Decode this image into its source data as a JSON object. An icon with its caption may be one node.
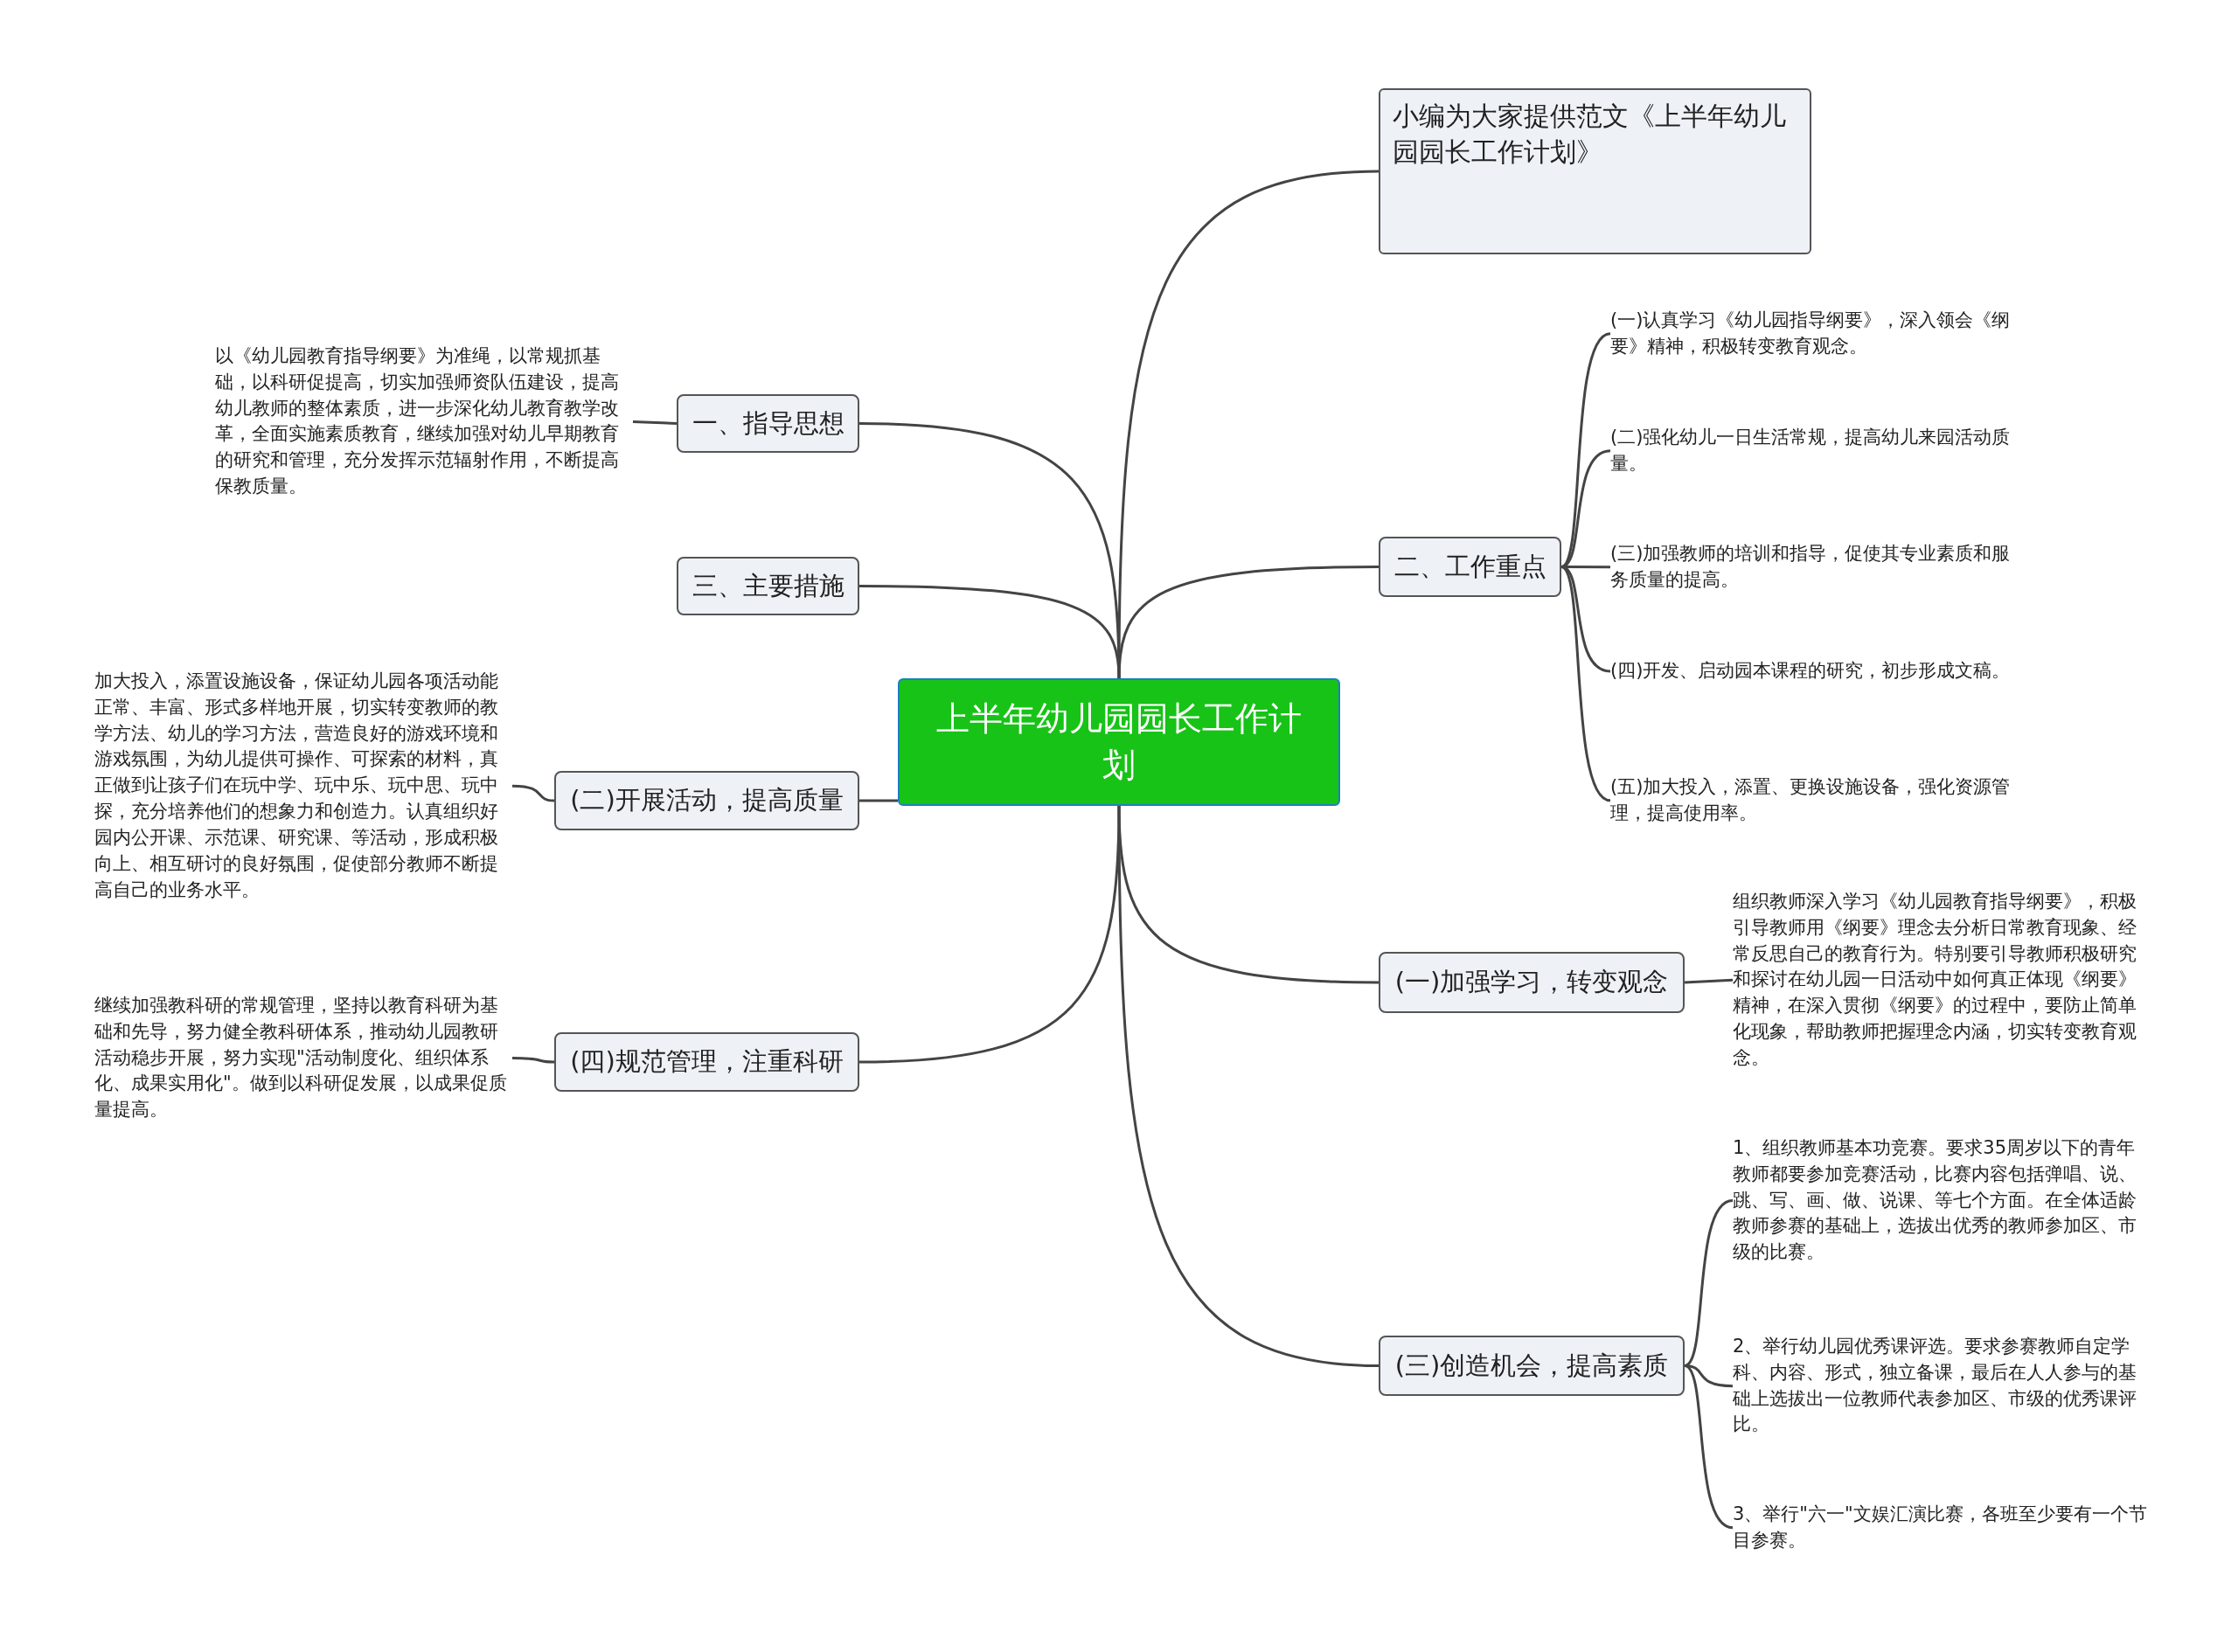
{
  "diagram": {
    "nodes": [
      {
        "text": [
          "上半年幼儿园园长工作计划"
        ]
      },
      {
        "text": [
          "小编为大家提供范文《上半年幼儿园园长工作计划》"
        ]
      },
      {
        "text": [
          "二、工作重点"
        ]
      },
      {
        "text": [
          "(一)认真学习《幼儿园指导纲要》，深入领会《纲要》精神，积极转变教育观念。"
        ]
      },
      {
        "text": [
          "(二)强化幼儿一日生活常规，提高幼儿来园活动质量。"
        ]
      },
      {
        "text": [
          "(三)加强教师的培训和指导，促使其专业素质和服务质量的提高。"
        ]
      },
      {
        "text": [
          "(四)开发、启动园本课程的研究，初步形成文稿。"
        ]
      },
      {
        "text": [
          "(五)加大投入，添置、更换设施设备，强化资源管理，提高使用率。"
        ]
      },
      {
        "text": [
          "(一)加强学习，转变观念"
        ]
      },
      {
        "text": [
          "组织教师深入学习《幼儿园教育指导纲要》，积极引导教师用《纲要》理念去分析日常教育现象、经常反思自己的教育行为。特别要引导教师积极研究和探讨在幼儿园一日活动中如何真正体现《纲要》精神，在深入贯彻《纲要》的过程中，要防止简单化现象，帮助教师把握理念内涵，切实转变教育观念。"
        ]
      },
      {
        "text": [
          "(三)创造机会，提高素质"
        ]
      },
      {
        "text": [
          "1、组织教师基本功竞赛。要求35周岁以下的青年教师都要参加竞赛活动，比赛内容包括弹唱、说、跳、写、画、做、说课、等七个方面。在全体适龄教师参赛的基础上，选拔出优秀的教师参加区、市级的比赛。"
        ]
      },
      {
        "text": [
          "2、举行幼儿园优秀课评选。要求参赛教师自定学科、内容、形式，独立备课，最后在人人参与的基础上选拔出一位教师代表参加区、市级的优秀课评比。"
        ]
      },
      {
        "text": [
          "3、举行\"六一\"文娱汇演比赛，各班至少要有一个节目参赛。"
        ]
      },
      {
        "text": [
          "一、指导思想"
        ]
      },
      {
        "text": [
          "以《幼儿园教育指导纲要》为准绳，以常规抓基础，以科研促提高，切实加强师资队伍建设，提高幼儿教师的整体素质，进一步深化幼儿教育教学改革，全面实施素质教育，继续加强对幼儿早期教育的研究和管理，充分发挥示范辐射作用，不断提高保教质量。"
        ]
      },
      {
        "text": [
          "三、主要措施"
        ]
      },
      {
        "text": [
          "(二)开展活动，提高质量"
        ]
      },
      {
        "text": [
          "加大投入，添置设施设备，保证幼儿园各项活动能正常、丰富、形式多样地开展，切实转变教师的教学方法、幼儿的学习方法，营造良好的游戏环境和游戏氛围，为幼儿提供可操作、可探索的材料，真正做到让孩子们在玩中学、玩中乐、玩中思、玩中探，充分培养他们的想象力和创造力。认真组织好园内公开课、示范课、研究课、等活动，形成积极向上、相互研讨的良好氛围，促使部分教师不断提高自己的业务水平。"
        ]
      },
      {
        "text": [
          "(四)规范管理，注重科研"
        ]
      },
      {
        "text": [
          "继续加强教科研的常规管理，坚持以教育科研为基础和先导，努力健全教科研体系，推动幼儿园教研活动稳步开展，努力实现\"活动制度化、组织体系化、成果实用化\"。做到以科研促发展，以成果促质量提高。"
        ]
      }
    ],
    "edges": [
      {
        "from": 0,
        "to": 1,
        "arrow": "none"
      },
      {
        "from": 0,
        "to": 2,
        "arrow": "none"
      },
      {
        "from": 2,
        "to": 3,
        "arrow": "none"
      },
      {
        "from": 2,
        "to": 4,
        "arrow": "none"
      },
      {
        "from": 2,
        "to": 5,
        "arrow": "none"
      },
      {
        "from": 2,
        "to": 6,
        "arrow": "none"
      },
      {
        "from": 2,
        "to": 7,
        "arrow": "none"
      },
      {
        "from": 0,
        "to": 8,
        "arrow": "none"
      },
      {
        "from": 8,
        "to": 9,
        "arrow": "none"
      },
      {
        "from": 0,
        "to": 10,
        "arrow": "none"
      },
      {
        "from": 10,
        "to": 11,
        "arrow": "none"
      },
      {
        "from": 10,
        "to": 12,
        "arrow": "none"
      },
      {
        "from": 10,
        "to": 13,
        "arrow": "none"
      },
      {
        "from": 0,
        "to": 14,
        "arrow": "none"
      },
      {
        "from": 14,
        "to": 15,
        "arrow": "none"
      },
      {
        "from": 0,
        "to": 16,
        "arrow": "none"
      },
      {
        "from": 0,
        "to": 17,
        "arrow": "none"
      },
      {
        "from": 17,
        "to": 18,
        "arrow": "none"
      },
      {
        "from": 0,
        "to": 19,
        "arrow": "none"
      },
      {
        "from": 19,
        "to": 20,
        "arrow": "none"
      }
    ]
  }
}
